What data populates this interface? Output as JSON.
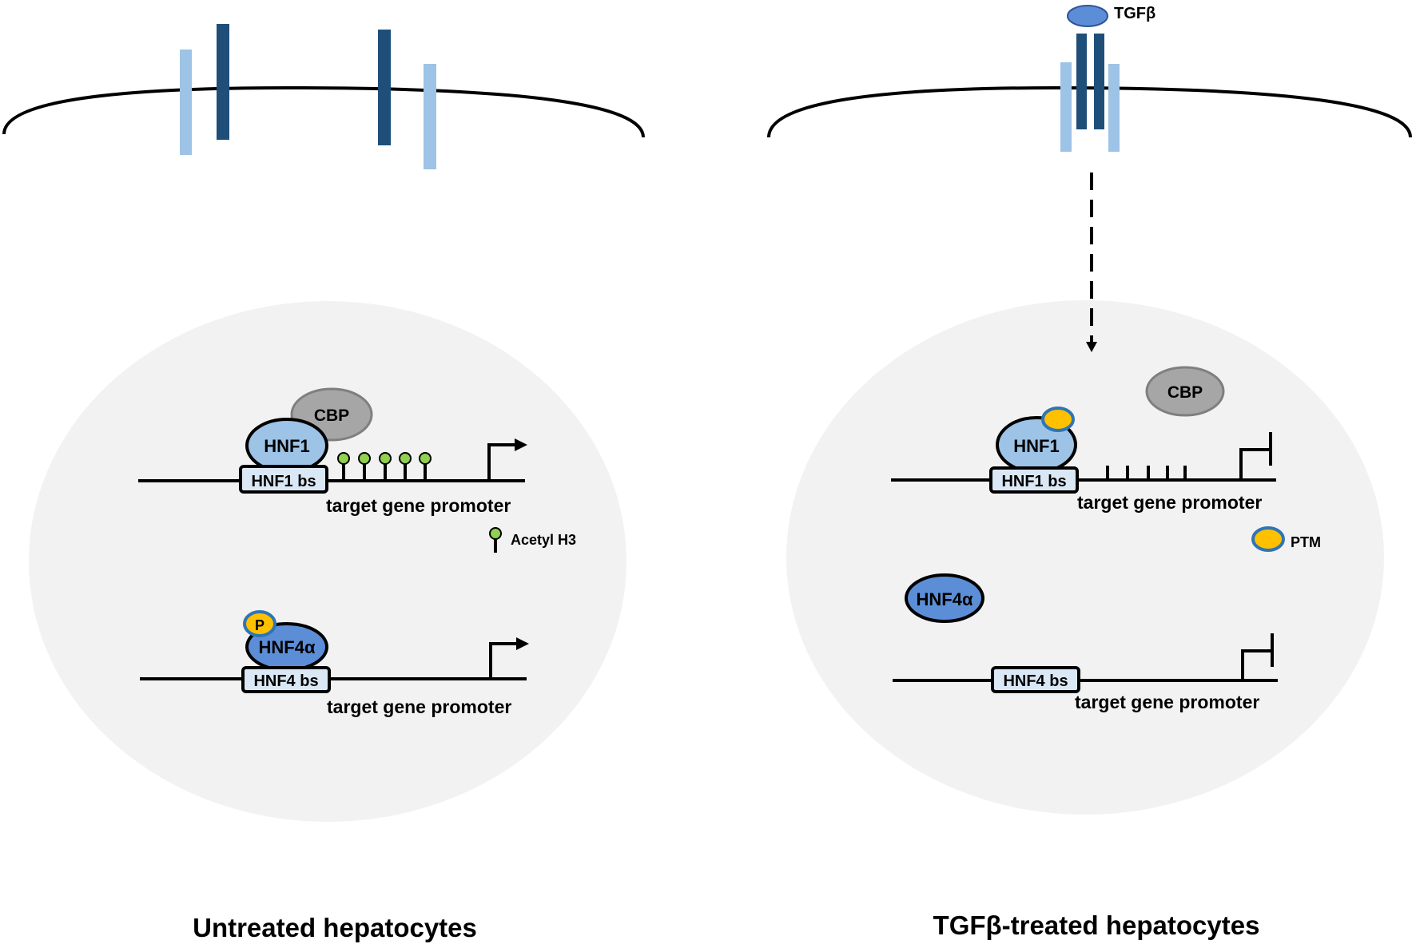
{
  "colors": {
    "dark_blue": "#1f4e79",
    "light_blue": "#9dc3e6",
    "protein_light": "#9dc3e6",
    "protein_mid": "#5b8ed6",
    "cbp_gray": "#a6a6a6",
    "acetyl_green": "#92d050",
    "ptm_yellow": "#ffc000",
    "nucleus_fill": "#f2f2f2",
    "binding_site_fill": "#dae8f5"
  },
  "left_panel": {
    "cbp": "CBP",
    "hnf1": "HNF1",
    "hnf1_bs": "HNF1 bs",
    "promoter_1": "target gene promoter",
    "acetyl_legend": "Acetyl H3",
    "phospho": "P",
    "hnf4a": "HNF4α",
    "hnf4_bs": "HNF4 bs",
    "promoter_2": "target gene promoter",
    "caption": "Untreated hepatocytes"
  },
  "right_panel": {
    "ligand": "TGFβ",
    "cbp": "CBP",
    "hnf1": "HNF1",
    "hnf1_bs": "HNF1 bs",
    "promoter_1": "target gene promoter",
    "ptm_legend": "PTM",
    "hnf4a": "HNF4α",
    "hnf4_bs": "HNF4 bs",
    "promoter_2": "target gene promoter",
    "caption": "TGFβ-treated hepatocytes"
  }
}
